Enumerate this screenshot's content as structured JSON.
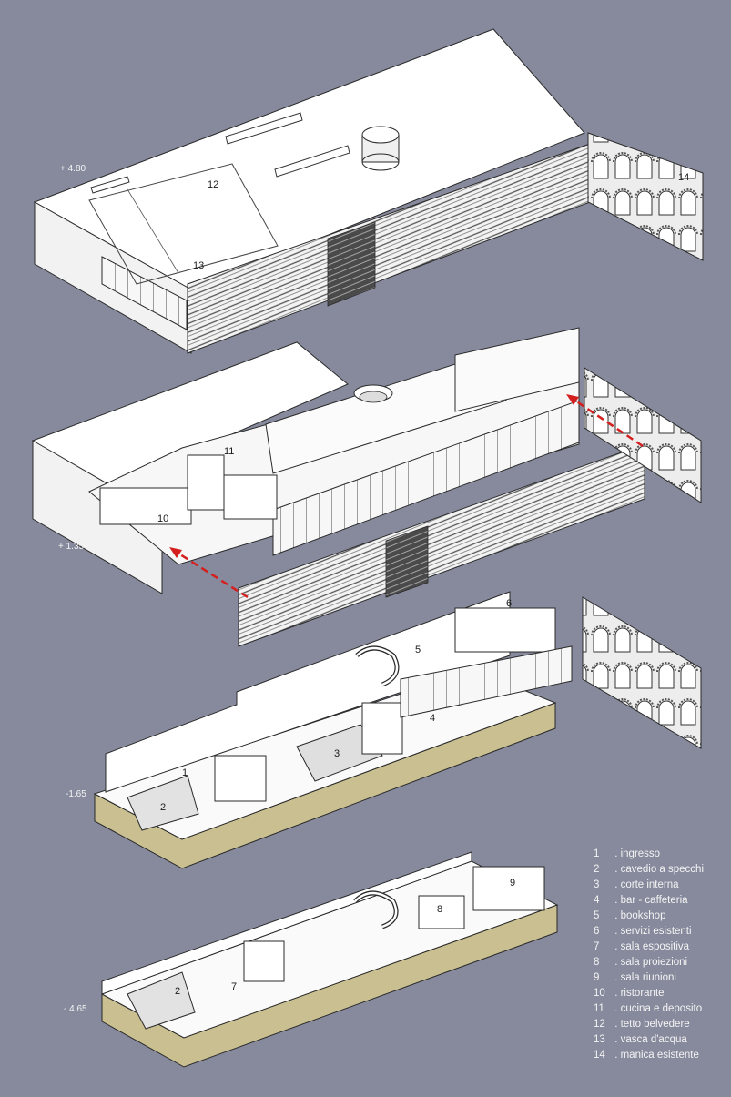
{
  "levels": [
    {
      "id": "roof",
      "label": "+ 4.80"
    },
    {
      "id": "first",
      "label": "+ 1.35"
    },
    {
      "id": "ground",
      "label": "-1.65"
    },
    {
      "id": "basement",
      "label": "- 4.65"
    }
  ],
  "room_numbers": {
    "roof": [
      "12",
      "13",
      "14"
    ],
    "first": [
      "10",
      "11"
    ],
    "ground": [
      "1",
      "2",
      "3",
      "4",
      "5",
      "6"
    ],
    "basement": [
      "2",
      "7",
      "8",
      "9"
    ]
  },
  "legend": [
    {
      "num": "1",
      "label": "ingresso"
    },
    {
      "num": "2",
      "label": "cavedio a specchi"
    },
    {
      "num": "3",
      "label": "corte interna"
    },
    {
      "num": "4",
      "label": "bar - caffeteria"
    },
    {
      "num": "5",
      "label": "bookshop"
    },
    {
      "num": "6",
      "label": "servizi esistenti"
    },
    {
      "num": "7",
      "label": "sala espositiva"
    },
    {
      "num": "8",
      "label": "sala proiezioni"
    },
    {
      "num": "9",
      "label": "sala riunioni"
    },
    {
      "num": "10",
      "label": "ristorante"
    },
    {
      "num": "11",
      "label": "cucina e deposito"
    },
    {
      "num": "12",
      "label": "tetto belvedere"
    },
    {
      "num": "13",
      "label": "vasca d'acqua"
    },
    {
      "num": "14",
      "label": "manica esistente"
    }
  ],
  "colors": {
    "background": "#868a9c",
    "wall_white": "#ffffff",
    "wall_shade": "#e6e6e6",
    "soil": "#c9bf91",
    "arrow": "#d41f1f",
    "line": "#2a2a2a"
  }
}
